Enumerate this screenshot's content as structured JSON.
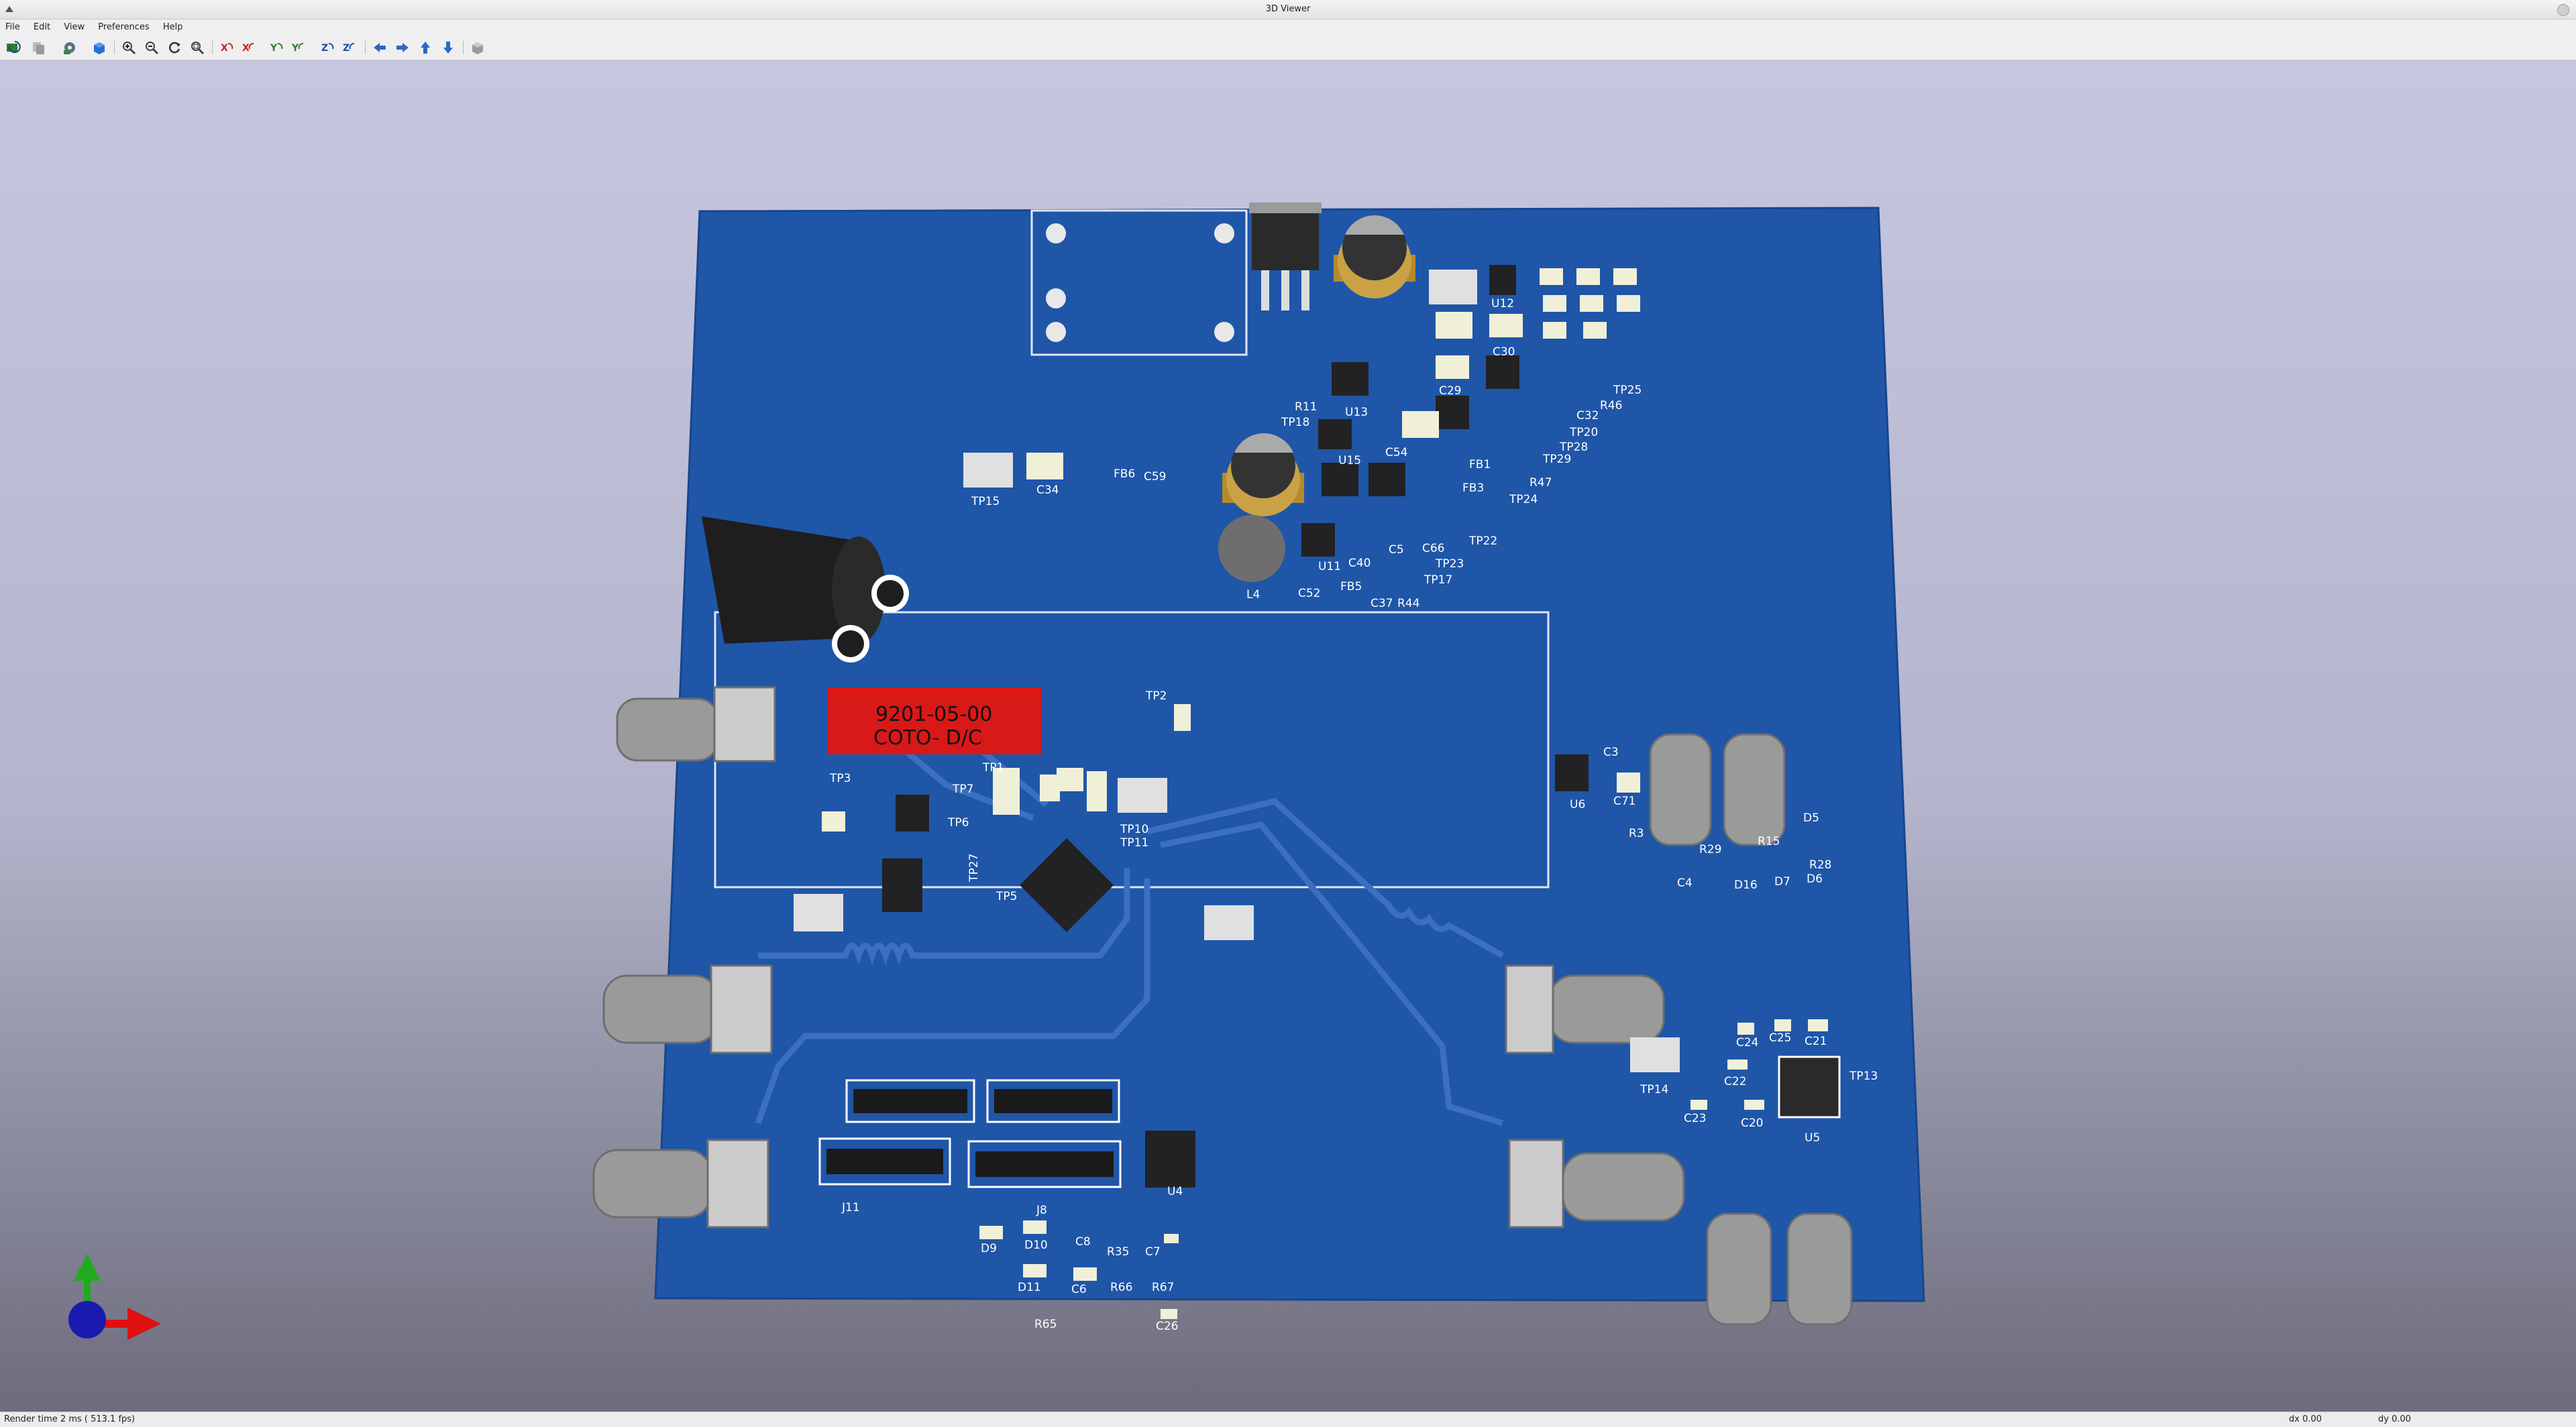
{
  "window": {
    "title": "3D Viewer"
  },
  "menu": [
    "File",
    "Edit",
    "View",
    "Preferences",
    "Help"
  ],
  "toolbar": {
    "buttons": [
      "reload-board-icon",
      "copy-image-icon",
      "settings-icon",
      "render-mode-icon",
      "zoom-in-icon",
      "zoom-out-icon",
      "redraw-icon",
      "zoom-fit-icon",
      "rotate-x-cw-icon",
      "rotate-x-ccw-icon",
      "rotate-y-cw-icon",
      "rotate-y-ccw-icon",
      "rotate-z-cw-icon",
      "rotate-z-ccw-icon",
      "pan-left-icon",
      "pan-right-icon",
      "pan-up-icon",
      "pan-down-icon",
      "ortho-view-icon"
    ]
  },
  "board": {
    "relay_part": "9201-05-00",
    "relay_maker": "COTO- D/C",
    "refdes": [
      "TP15",
      "C34",
      "FB6",
      "C59",
      "L4",
      "C52",
      "FB5",
      "C37",
      "R44",
      "TP17",
      "TP23",
      "TP22",
      "TP24",
      "TP28",
      "TP29",
      "TP20",
      "TP25",
      "TP18",
      "R11",
      "U13",
      "U15",
      "C54",
      "C29",
      "C30",
      "U12",
      "R46",
      "C32",
      "R47",
      "C66",
      "C40",
      "FB3",
      "FB1",
      "TP2",
      "TP1",
      "TP3",
      "TP7",
      "TP6",
      "TP10",
      "TP11",
      "TP27",
      "TP5",
      "C3",
      "U6",
      "C71",
      "R3",
      "R29",
      "D5",
      "R28",
      "D6",
      "C4",
      "D16",
      "D7",
      "TP14",
      "C24",
      "C25",
      "C21",
      "C22",
      "TP13",
      "C23",
      "C20",
      "U5",
      "J11",
      "J8",
      "U4",
      "D9",
      "D10",
      "C8",
      "R35",
      "C7",
      "D11",
      "C6",
      "R66",
      "R67",
      "R65",
      "C26",
      "U11",
      "R15",
      "C5"
    ]
  },
  "status": {
    "render_time": "Render time 2 ms ( 513.1 fps)",
    "dx": "dx 0.00",
    "dy": "dy 0.00"
  },
  "colors": {
    "board": "#1f56a8",
    "silkscreen": "#ffffff",
    "relay": "#d91818",
    "background_top": "#c6c6e0",
    "background_bottom": "#6c6c7c"
  }
}
